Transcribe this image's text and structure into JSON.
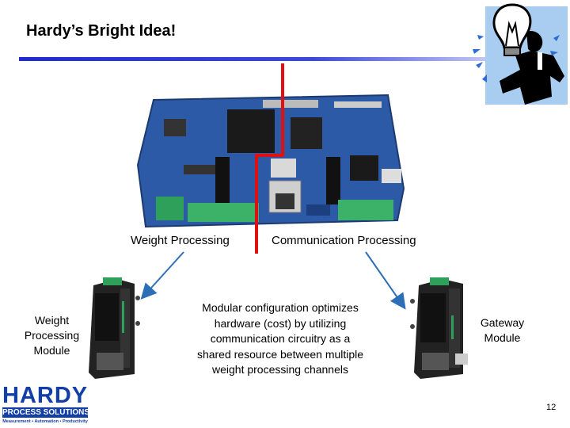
{
  "slide": {
    "title": "Hardy’s Bright Idea!",
    "label_weight_processing": "Weight Processing",
    "label_communication_processing": "Communication Processing",
    "weight_module_lines": [
      "Weight",
      "Processing",
      "Module"
    ],
    "gateway_module_lines": [
      "Gateway",
      "Module"
    ],
    "description_lines": [
      "Modular configuration optimizes",
      "hardware (cost) by utilizing",
      "communication circuitry as a",
      "shared resource between multiple",
      "weight processing channels"
    ],
    "page_number": "12"
  },
  "logo": {
    "word": "HARDY",
    "subtitle": "PROCESS SOLUTIONS",
    "tagline": "Measurement • Automation • Productivity"
  },
  "colors": {
    "title_bar": "#1f2bd1",
    "divider_red": "#e01010",
    "arrow_blue": "#2d6fb7",
    "logo_blue": "#123ea8",
    "board_blue": "#2d5aa6"
  },
  "icons": {
    "clipart": "lightbulb-idea-icon",
    "board": "circuit-board-image",
    "modules": "din-rail-module-image"
  }
}
